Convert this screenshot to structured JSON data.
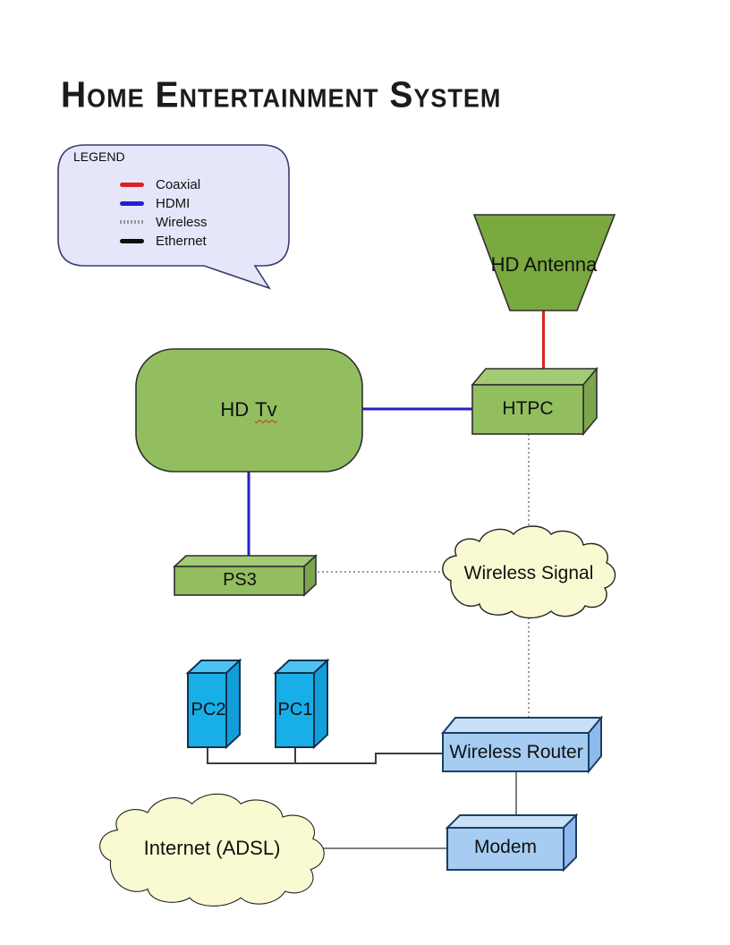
{
  "page": {
    "title": "Home Entertainment System",
    "background": "#ffffff"
  },
  "legend": {
    "title": "LEGEND",
    "items": [
      {
        "label": "Coaxial",
        "color": "#dd2222",
        "line_style": "solid"
      },
      {
        "label": "HDMI",
        "color": "#2222cc",
        "line_style": "solid"
      },
      {
        "label": "Wireless",
        "color": "#999999",
        "line_style": "dotted"
      },
      {
        "label": "Ethernet",
        "color": "#111111",
        "line_style": "solid"
      }
    ]
  },
  "nodes": {
    "hd_antenna": {
      "label": "HD Antenna",
      "shape": "trapezoid",
      "fill": "#7aa93f"
    },
    "hd_tv": {
      "label": "HD Tv",
      "label_prefix": "HD",
      "label_misspelled": "Tv",
      "shape": "rounded-rectangle",
      "fill": "#92be60",
      "spellcheck_squiggle": true
    },
    "htpc": {
      "label": "HTPC",
      "shape": "box-3d",
      "fill": "#92be60"
    },
    "ps3": {
      "label": "PS3",
      "shape": "box-3d",
      "fill": "#92be60"
    },
    "wireless_signal": {
      "label": "Wireless Signal",
      "shape": "cloud",
      "fill": "#fafad2"
    },
    "pc2": {
      "label": "PC2",
      "shape": "tower-3d",
      "fill": "#18aee8"
    },
    "pc1": {
      "label": "PC1",
      "shape": "tower-3d",
      "fill": "#18aee8"
    },
    "wireless_router": {
      "label": "Wireless Router",
      "shape": "box-3d",
      "fill": "#a6ccf2"
    },
    "modem": {
      "label": "Modem",
      "shape": "box-3d",
      "fill": "#a6ccf2"
    },
    "internet": {
      "label": "Internet (ADSL)",
      "shape": "cloud",
      "fill": "#fafad2"
    }
  },
  "connections": [
    {
      "from": "HD Antenna",
      "to": "HTPC",
      "type": "Coaxial"
    },
    {
      "from": "HD Tv",
      "to": "HTPC",
      "type": "HDMI"
    },
    {
      "from": "HD Tv",
      "to": "PS3",
      "type": "HDMI"
    },
    {
      "from": "HTPC",
      "to": "Wireless Signal",
      "type": "Wireless"
    },
    {
      "from": "PS3",
      "to": "Wireless Signal",
      "type": "Wireless"
    },
    {
      "from": "Wireless Signal",
      "to": "Wireless Router",
      "type": "Wireless"
    },
    {
      "from": "PC2",
      "to": "Wireless Router",
      "type": "Ethernet"
    },
    {
      "from": "PC1",
      "to": "Wireless Router",
      "type": "Ethernet"
    },
    {
      "from": "Wireless Router",
      "to": "Modem",
      "type": "Ethernet"
    },
    {
      "from": "Modem",
      "to": "Internet (ADSL)",
      "type": "Ethernet"
    }
  ]
}
